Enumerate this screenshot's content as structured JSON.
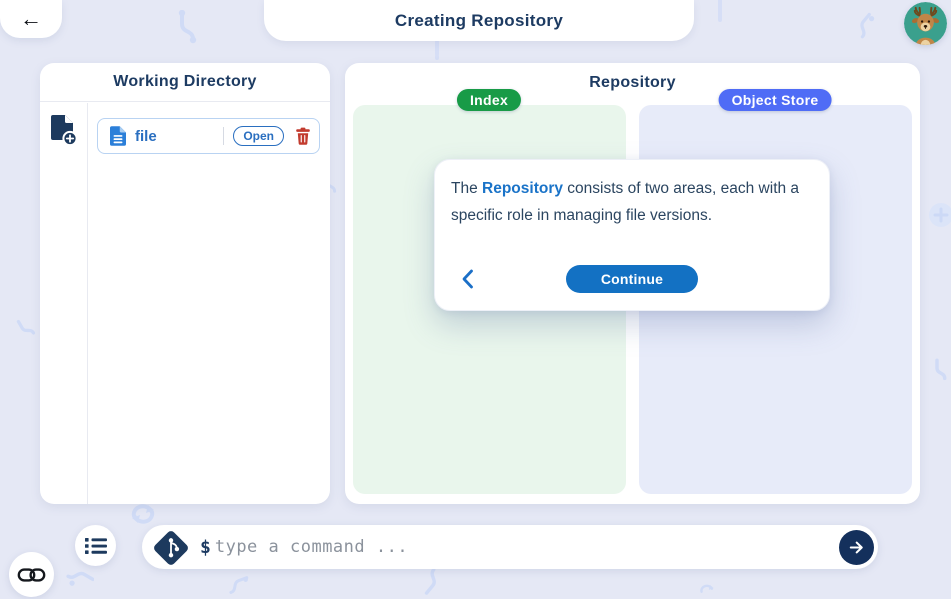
{
  "header": {
    "title": "Creating Repository"
  },
  "icons": {
    "back": "←"
  },
  "working_directory": {
    "title": "Working Directory",
    "files": [
      {
        "name": "file",
        "open_label": "Open"
      }
    ]
  },
  "repository": {
    "title": "Repository",
    "areas": [
      {
        "label": "Index"
      },
      {
        "label": "Object Store"
      }
    ]
  },
  "tutorial_popup": {
    "text_before": "The ",
    "highlight": "Repository",
    "text_after": " consists of two areas, each with a specific role in managing file versions.",
    "continue_label": "Continue"
  },
  "command_bar": {
    "prompt": "$",
    "placeholder": "type a command ..."
  },
  "colors": {
    "background": "#e5e8f5",
    "navy": "#1d3b62",
    "accent_blue": "#1a73c8",
    "continue_blue": "#1371c3",
    "badge_green": "#189b47",
    "badge_blue": "#4f6cf6",
    "index_area_bg": "#e9f6ec",
    "object_store_area_bg": "#e7ebf9",
    "file_blue": "#2b7fd9",
    "danger_red": "#c23b2e",
    "avatar_teal": "#3aa08d"
  }
}
